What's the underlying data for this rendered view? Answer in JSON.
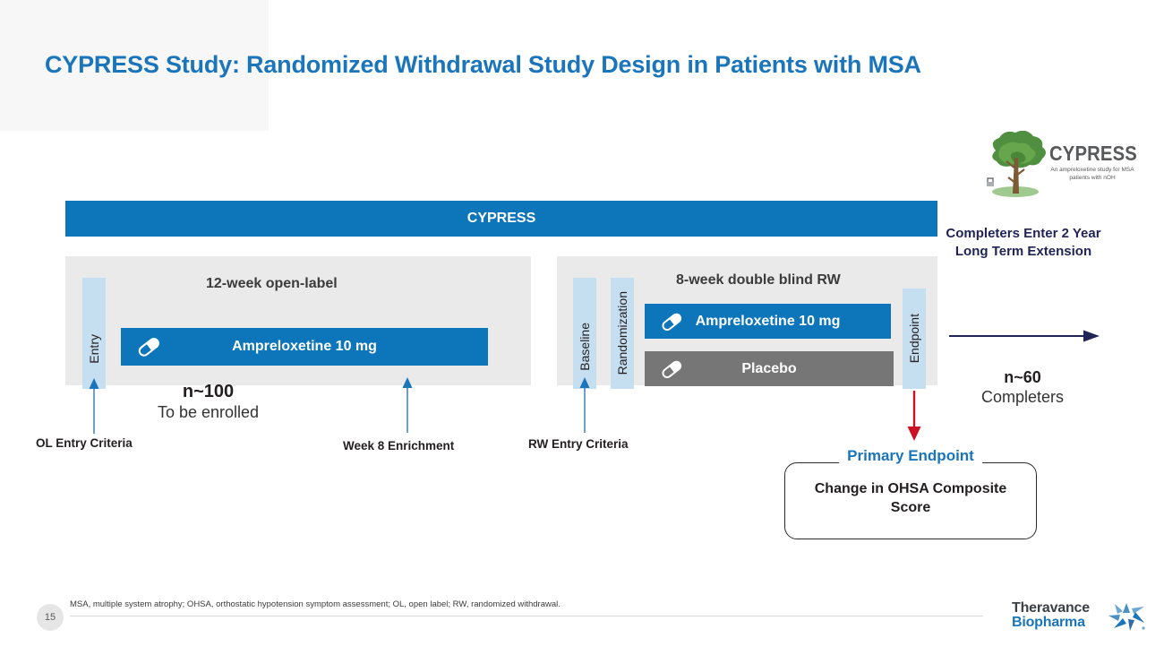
{
  "slide": {
    "title": "CYPRESS Study: Randomized Withdrawal Study Design in Patients with MSA",
    "number": "15",
    "footnote": "MSA, multiple system atrophy; OHSA, orthostatic hypotension symptom assessment; OL, open label; RW, randomized withdrawal."
  },
  "study_logo": {
    "brand": "CYPRESS",
    "tagline": "An ampreloxetine study for MSA patients with nOH",
    "icon": "tree-icon"
  },
  "company_logo": {
    "line1": "Theravance",
    "line2": "Biopharma",
    "icon": "pinwheel-icon"
  },
  "diagram": {
    "banner": "CYPRESS",
    "open_label": {
      "phase_title": "12-week open-label",
      "entry_label": "Entry",
      "treatment": "Ampreloxetine 10 mg",
      "n_label": "n~100",
      "n_sub": "To be enrolled",
      "entry_callout": "OL Entry Criteria",
      "enrichment_callout": "Week 8 Enrichment"
    },
    "randomized_withdrawal": {
      "phase_title": "8-week double blind RW",
      "baseline_label": "Baseline",
      "randomization_label": "Randomization",
      "endpoint_label": "Endpoint",
      "arm_active": "Ampreloxetine 10 mg",
      "arm_placebo": "Placebo",
      "entry_callout": "RW Entry Criteria"
    },
    "extension": {
      "note": "Completers Enter 2 Year Long Term Extension",
      "n_label": "n~60",
      "n_sub": "Completers"
    },
    "primary_endpoint": {
      "legend": "Primary Endpoint",
      "text": "Change in OHSA Composite Score"
    }
  },
  "colors": {
    "brand_blue": "#0d76bb",
    "title_blue": "#1a75bb",
    "light_blue": "#c6dff0",
    "placebo_grey": "#767676",
    "panel_grey": "#eaeaea",
    "navy": "#1f2356",
    "red": "#cc1122"
  }
}
